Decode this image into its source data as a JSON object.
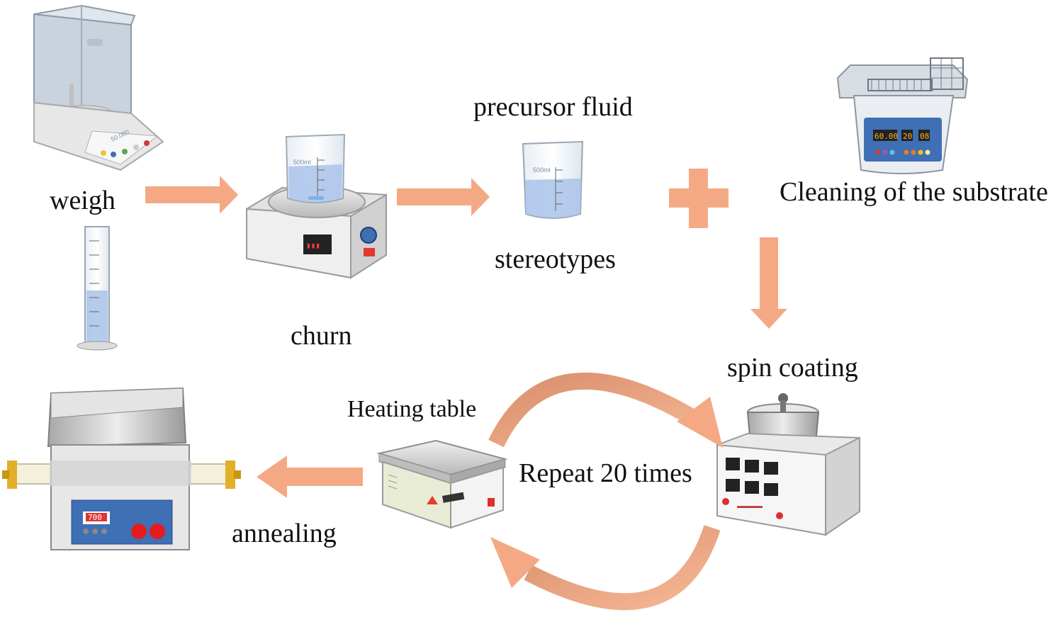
{
  "labels": {
    "weigh": "weigh",
    "churn": "churn",
    "precursor_fluid": "precursor fluid",
    "stereotypes": "stereotypes",
    "cleaning": "Cleaning of the substrate",
    "spin_coating": "spin coating",
    "heating_table": "Heating table",
    "repeat": "Repeat 20 times",
    "annealing": "annealing"
  },
  "equipment_text": {
    "balance_display": "50.000",
    "beaker_volume": "500ml",
    "cleaner_time": "60.00",
    "cleaner_temp": "20",
    "cleaner_mode": "08",
    "furnace_temp": "700"
  },
  "colors": {
    "arrow": "#f4a984",
    "arrow_dark": "#e8916c",
    "liquid": "#a9c3ea",
    "panel_blue": "#3f6fb5"
  }
}
